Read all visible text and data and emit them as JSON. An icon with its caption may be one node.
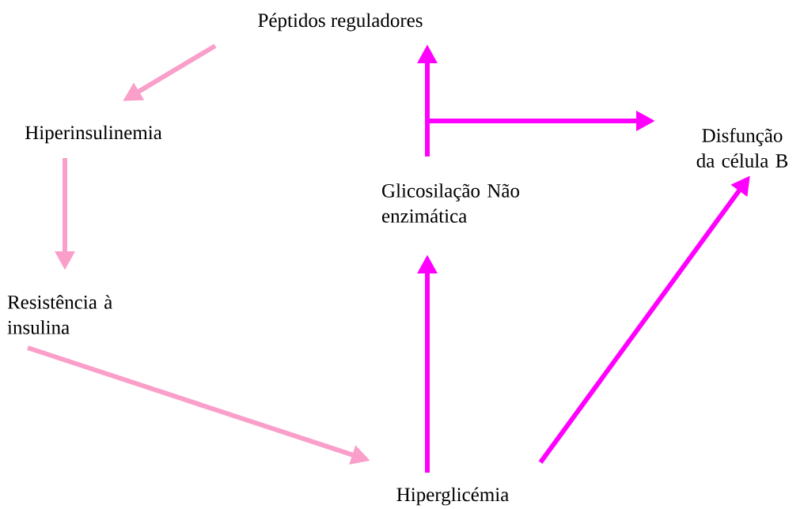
{
  "diagram": {
    "nodes": [
      {
        "text": [
          "Péptidos reguladores"
        ]
      },
      {
        "text": [
          "Hiperinsulinemia"
        ]
      },
      {
        "text": [
          "Resistência à insulina"
        ]
      },
      {
        "text": [
          "Hiperglicémia"
        ]
      },
      {
        "text": [
          "Glicosilação Não enzimática"
        ]
      },
      {
        "text": [
          "Disfunção da célula B"
        ]
      }
    ],
    "edges": [
      {
        "from": 0,
        "to": 1,
        "arrow": "to",
        "color": "#f99fc9"
      },
      {
        "from": 1,
        "to": 2,
        "arrow": "to",
        "color": "#f99fc9"
      },
      {
        "from": 2,
        "to": 3,
        "arrow": "to",
        "color": "#f99fc9"
      },
      {
        "from": 3,
        "to": 4,
        "arrow": "to"
      },
      {
        "from": 4,
        "to": 0,
        "arrow": "to"
      },
      {
        "from": 4,
        "to": 5,
        "arrow": "to"
      },
      {
        "from": 3,
        "to": 5,
        "arrow": "to"
      }
    ]
  }
}
